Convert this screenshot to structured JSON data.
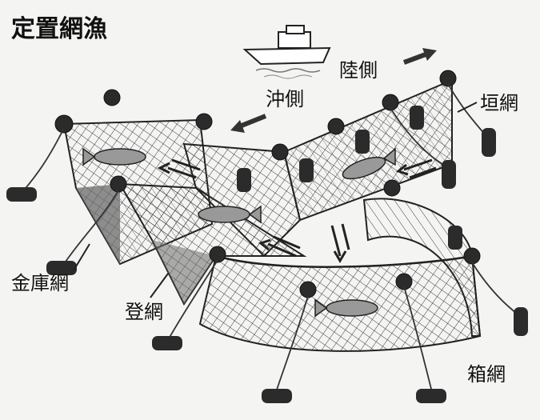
{
  "title": "定置網漁",
  "labels": {
    "land_side": "陸側",
    "offshore_side": "沖側",
    "leader_net": "垣網",
    "bag_net": "金庫網",
    "ascending_net": "登網",
    "box_net": "箱網"
  },
  "colors": {
    "net_line": "#3a3a3a",
    "float": "#2b2b2b",
    "dark_panel": "#6b6b6b",
    "background": "#f4f4f2"
  }
}
